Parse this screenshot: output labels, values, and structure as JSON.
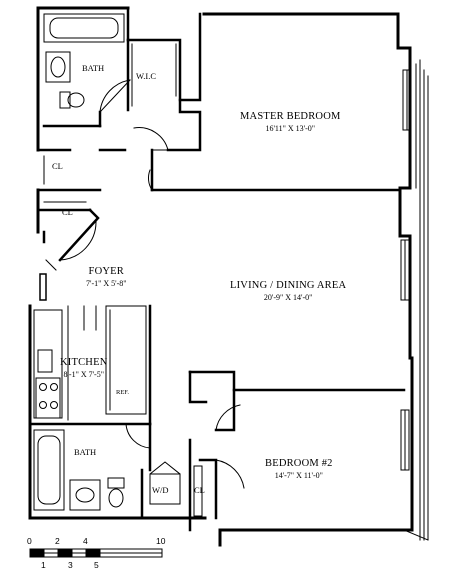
{
  "rooms": {
    "master_bedroom": {
      "name": "MASTER BEDROOM",
      "dims": "16'11\" X 13'-0\""
    },
    "living_dining": {
      "name": "LIVING / DINING AREA",
      "dims": "20'-9\" X 14'-0\""
    },
    "foyer": {
      "name": "FOYER",
      "dims": "7'-1\" X 5'-8\""
    },
    "kitchen": {
      "name": "KITCHEN",
      "dims": "8'-1\" X 7'-5\""
    },
    "bedroom2": {
      "name": "BEDROOM #2",
      "dims": "14'-7\" X 11'-0\""
    }
  },
  "labels": {
    "bath_top": "BATH",
    "wic": "W.I.C",
    "cl_upper": "CL",
    "cl_lower": "CL",
    "bath_bottom": "BATH",
    "ref": "REF.",
    "wd": "W/D",
    "cl_bedroom2": "CL"
  },
  "scale": {
    "top_ticks": [
      "0",
      "2",
      "4",
      "10"
    ],
    "bottom_ticks": [
      "1",
      "3",
      "5"
    ]
  }
}
